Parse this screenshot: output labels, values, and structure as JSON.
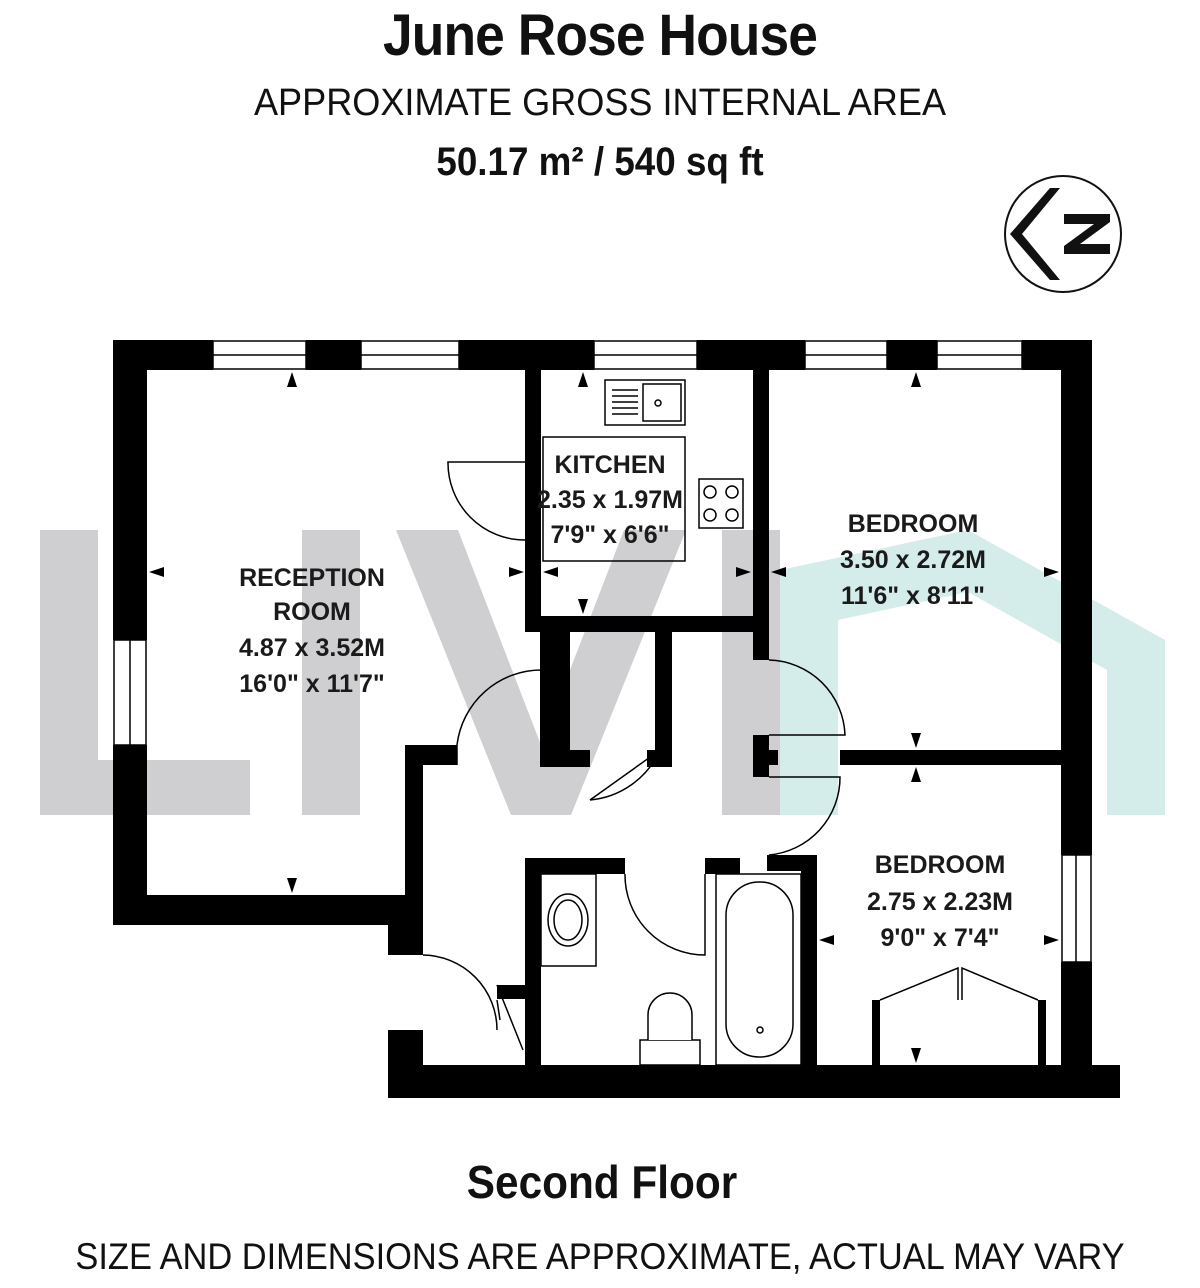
{
  "header": {
    "title": "June Rose House",
    "subtitle": "APPROXIMATE GROSS INTERNAL AREA",
    "area": "50.17 m² / 540 sq ft"
  },
  "compass": {
    "icon": "north-arrow-icon",
    "letter": "N"
  },
  "watermark": {
    "text": "LIVIN",
    "icon": "livin-logo-watermark",
    "color_grey": "#cfcfd1",
    "color_teal": "#d4ecea"
  },
  "rooms": {
    "reception": {
      "name_line1": "RECEPTION",
      "name_line2": "ROOM",
      "metric": "4.87 x 3.52M",
      "imperial": "16'0\" x 11'7\""
    },
    "kitchen": {
      "name": "KITCHEN",
      "metric": "2.35 x 1.97M",
      "imperial": "7'9\" x 6'6\""
    },
    "bedroom1": {
      "name": "BEDROOM",
      "metric": "3.50 x 2.72M",
      "imperial": "11'6\" x 8'11\""
    },
    "bedroom2": {
      "name": "BEDROOM",
      "metric": "2.75 x 2.23M",
      "imperial": "9'0\" x 7'4\""
    }
  },
  "footer": {
    "floor": "Second Floor",
    "disclaimer": "SIZE AND DIMENSIONS ARE APPROXIMATE, ACTUAL MAY VARY"
  },
  "colors": {
    "wall": "#000000",
    "background": "#ffffff"
  }
}
